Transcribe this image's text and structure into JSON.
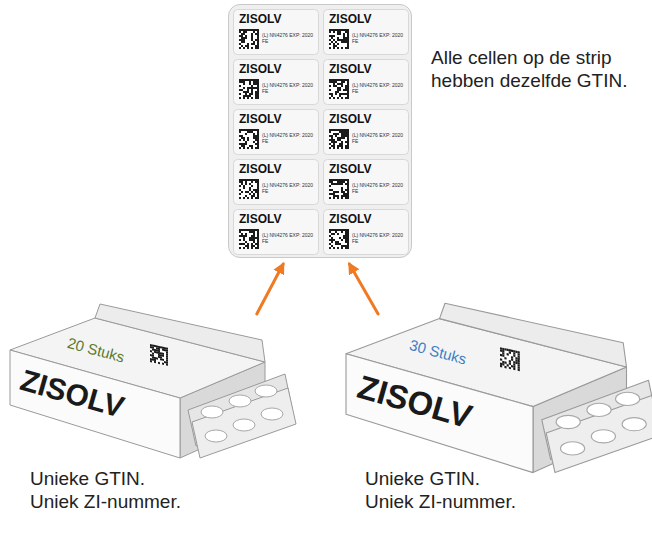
{
  "diagram": {
    "nodes": [
      {
        "text": [
          "Alle cellen op de strip hebben dezelfde GTIN."
        ]
      },
      {
        "text": [
          "ZISOLV",
          "(L) NN4276 EXP: 2020 FE"
        ],
        "in": 0
      },
      {
        "text": [
          "ZISOLV",
          "(L) NN4276 EXP: 2020 FE"
        ],
        "in": 0
      },
      {
        "text": [
          "ZISOLV",
          "(L) NN4276 EXP: 2020 FE"
        ],
        "in": 0
      },
      {
        "text": [
          "ZISOLV",
          "(L) NN4276 EXP: 2020 FE"
        ],
        "in": 0
      },
      {
        "text": [
          "ZISOLV",
          "(L) NN4276 EXP: 2020 FE"
        ],
        "in": 0
      },
      {
        "text": [
          "ZISOLV",
          "(L) NN4276 EXP: 2020 FE"
        ],
        "in": 0
      },
      {
        "text": [
          "ZISOLV",
          "(L) NN4276 EXP: 2020 FE"
        ],
        "in": 0
      },
      {
        "text": [
          "ZISOLV",
          "(L) NN4276 EXP: 2020 FE"
        ],
        "in": 0
      },
      {
        "text": [
          "ZISOLV",
          "(L) NN4276 EXP: 2020 FE"
        ],
        "in": 0
      },
      {
        "text": [
          "ZISOLV",
          "(L) NN4276 EXP: 2020 FE"
        ],
        "in": 0
      },
      {
        "text": [
          "20 Stuks",
          "ZISOLV",
          "Unieke GTIN. Uniek ZI-nummer."
        ]
      },
      {
        "text": [
          "30 Stuks",
          "ZISOLV",
          "Unieke GTIN. Uniek ZI-nummer."
        ]
      }
    ],
    "edges": [
      {
        "from": 11,
        "to": 0,
        "arrow": "to"
      },
      {
        "from": 12,
        "to": 0,
        "arrow": "to"
      }
    ]
  }
}
